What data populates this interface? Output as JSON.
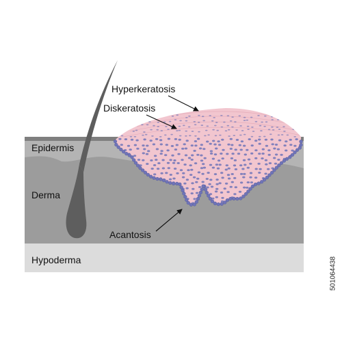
{
  "labels": {
    "hyperkeratosis": "Hyperkeratosis",
    "diskeratosis": "Diskeratosis",
    "epidermis": "Epidermis",
    "derma": "Derma",
    "acantosis": "Acantosis",
    "hypoderma": "Hypoderma"
  },
  "stock_id": "501064438",
  "colors": {
    "derma": "#9c9c9c",
    "hypoderma": "#dcdcdc",
    "epidermis": "#b4b4b4",
    "lesion": "#f2c6cf",
    "cells": "#6f74b8",
    "hair": "#5e5e5e"
  }
}
